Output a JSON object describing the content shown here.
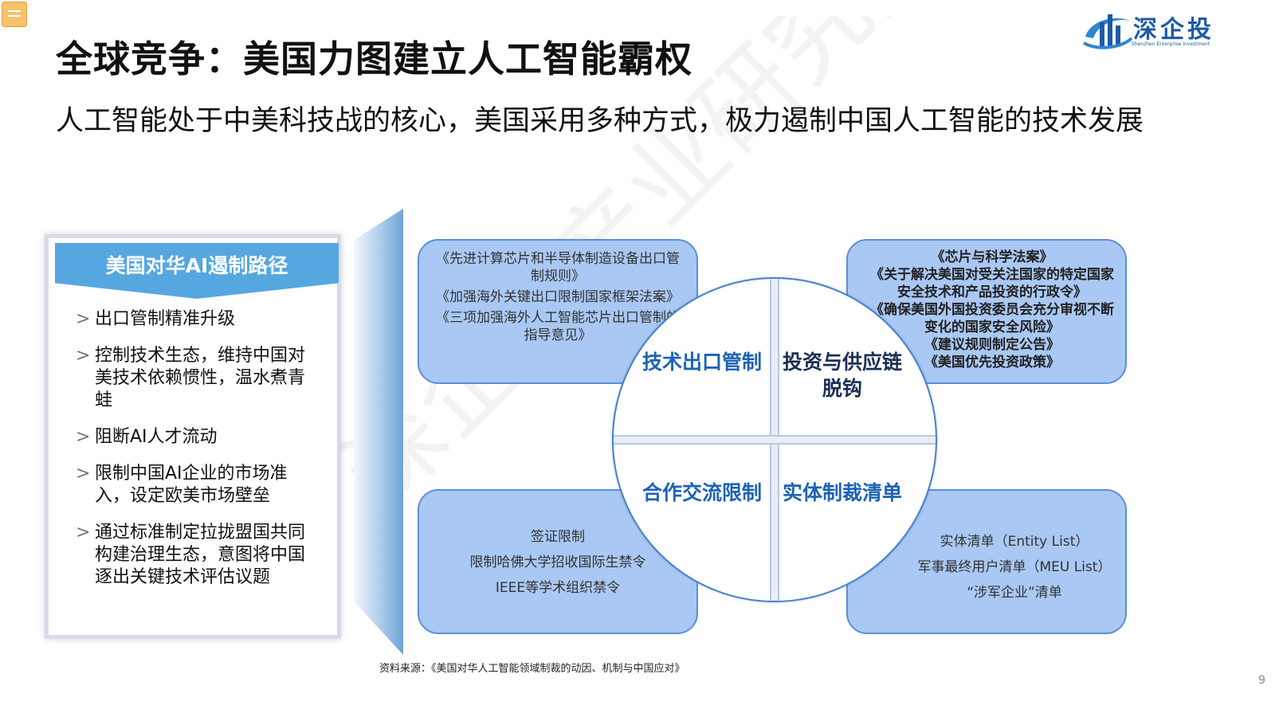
{
  "title": "全球竞争：美国力图建立人工智能霸权",
  "subtitle": "人工智能处于中美科技战的核心，美国采用多种方式，极力遏制中国人工智能的技术发展",
  "logo": {
    "name": "深企投",
    "sub": "Shenzhen Enterprise Investment"
  },
  "watermark": "深企投产业研究院",
  "panel": {
    "title": "美国对华AI遏制路径",
    "items": [
      "出口管制精准升级",
      "控制技术生态，维持中国对美技术依赖惯性，温水煮青蛙",
      "阻断AI人才流动",
      "限制中国AI企业的市场准入，设定欧美市场壁垒",
      "通过标准制定拉拢盟国共同构建治理生态，意图将中国逐出关键技术评估议题"
    ]
  },
  "quadrants": {
    "tech_export": "技术出口管制",
    "invest_supply": "投资与供应链脱钩",
    "exchange": "合作交流限制",
    "entity": "实体制裁清单"
  },
  "box_tl": [
    "《先进计算芯片和半导体制造设备出口管制规则》",
    "《加强海外关键出口限制国家框架法案》",
    "《三项加强海外人工智能芯片出口管制的指导意见》"
  ],
  "box_tr": [
    "《芯片与科学法案》",
    "《关于解决美国对受关注国家的特定国家安全技术和产品投资的行政令》",
    "《确保美国外国投资委员会充分审视不断变化的国家安全风险》",
    "《建议规则制定公告》",
    "《美国优先投资政策》"
  ],
  "box_bl": [
    "签证限制",
    "限制哈佛大学招收国际生禁令",
    "IEEE等学术组织禁令"
  ],
  "box_br": [
    "实体清单（Entity List）",
    "军事最终用户清单（MEU List）",
    "“涉军企业”清单"
  ],
  "source": "资料来源：《美国对华人工智能领域制裁的动因、机制与中国应对》",
  "page_number": "9",
  "colors": {
    "accent_blue": "#56a7e0",
    "box_fill": "#a9c8f3",
    "label_blue": "#1d63b3"
  }
}
